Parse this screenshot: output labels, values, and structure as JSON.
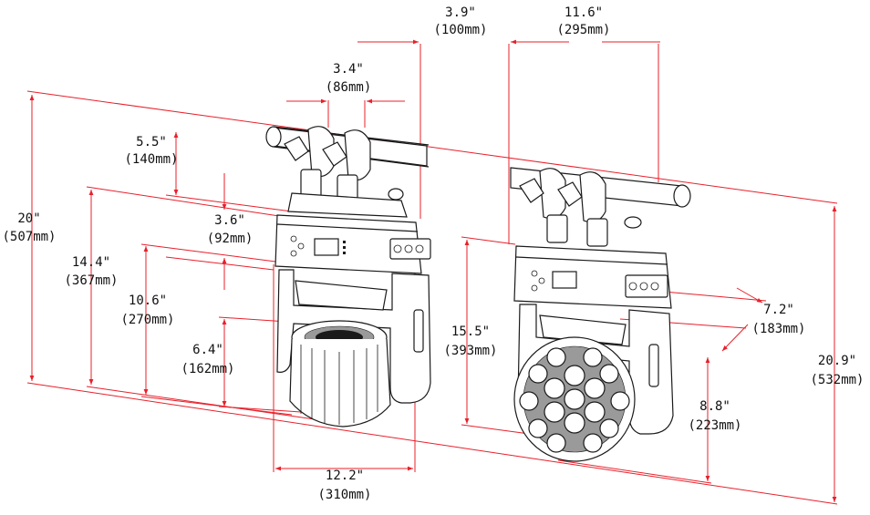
{
  "dimensions": {
    "clamp_offset": {
      "in": "3.9\"",
      "mm": "(100mm)"
    },
    "pipe_to_fixture_side": {
      "in": "11.6\"",
      "mm": "(295mm)"
    },
    "clamp_spacing": {
      "in": "3.4\"",
      "mm": "(86mm)"
    },
    "pipe_to_base_top": {
      "in": "5.5\"",
      "mm": "(140mm)"
    },
    "overall_height_front": {
      "in": "20\"",
      "mm": "(507mm)"
    },
    "base_top_to_bottom": {
      "in": "14.4\"",
      "mm": "(367mm)"
    },
    "base_height": {
      "in": "3.6\"",
      "mm": "(92mm)"
    },
    "yoke_pivot_to_bottom": {
      "in": "10.6\"",
      "mm": "(270mm)"
    },
    "head_height": {
      "in": "6.4\"",
      "mm": "(162mm)"
    },
    "overall_width": {
      "in": "12.2\"",
      "mm": "(310mm)"
    },
    "side_height": {
      "in": "15.5\"",
      "mm": "(393mm)"
    },
    "base_depth": {
      "in": "7.2\"",
      "mm": "(183mm)"
    },
    "head_radius_side": {
      "in": "8.8\"",
      "mm": "(223mm)"
    },
    "overall_height_side": {
      "in": "20.9\"",
      "mm": "(532mm)"
    }
  }
}
